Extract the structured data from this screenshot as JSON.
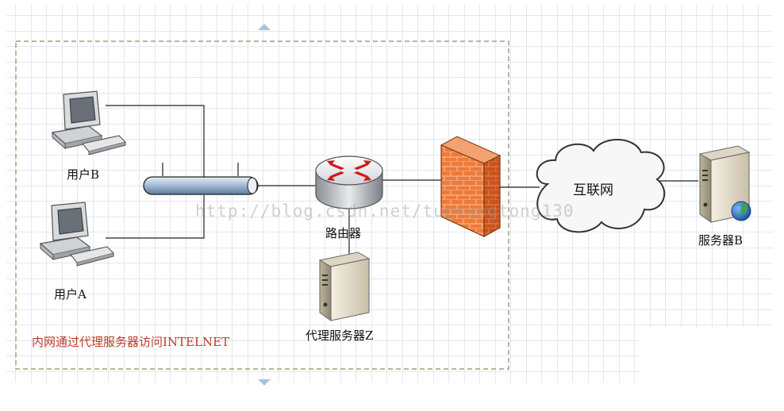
{
  "labels": {
    "user_b": "用户B",
    "user_a": "用户A",
    "router": "路由器",
    "proxy_server": "代理服务器Z",
    "internet": "互联网",
    "server_b": "服务器B",
    "caption": "内网通过代理服务器访问INTELNET"
  },
  "watermark": "http://blog.csdn.net/tuotangtong130",
  "colors": {
    "grid_line": "#c8d2dc",
    "zone_border": "#9aa27a",
    "caption_red": "#c0392b",
    "firewall": "#e86a2c"
  },
  "icons": [
    "computer-icon",
    "hub-bus-icon",
    "router-icon",
    "server-icon",
    "firewall-icon",
    "cloud-icon",
    "globe-icon"
  ]
}
